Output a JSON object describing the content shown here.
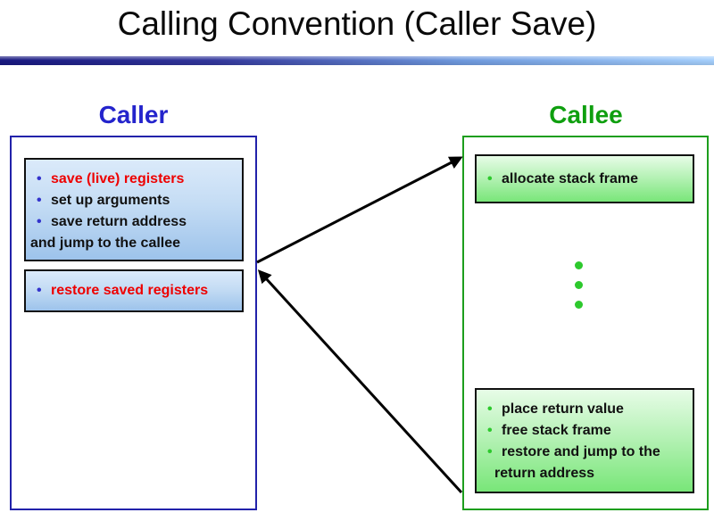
{
  "title": "Calling Convention (Caller Save)",
  "colors": {
    "caller_label_blue": "#2424cc",
    "callee_label_green": "#0f9f0f",
    "caller_panel_border": "#2222aa",
    "callee_panel_border": "#1d9e1d",
    "emphasis_red": "#ee0000",
    "caller_bullet_blue": "#3333cc",
    "callee_bullet_green": "#2dc92d",
    "rule_gradient_left": "#181880",
    "rule_gradient_right": "#a5cffc",
    "arrow_black": "#000000"
  },
  "caller": {
    "label": "Caller",
    "steps_box": {
      "lines": [
        {
          "bullet": "•",
          "text": "save (live) registers"
        },
        {
          "bullet": "•",
          "text": "set up arguments"
        },
        {
          "bullet": "•",
          "text": "save return address"
        },
        {
          "text": "and jump to the callee"
        }
      ]
    },
    "restore_box": {
      "lines": [
        {
          "bullet": "•",
          "text": "restore saved registers"
        }
      ]
    }
  },
  "callee": {
    "label": "Callee",
    "allocate_box": {
      "lines": [
        {
          "bullet": "•",
          "text": "allocate stack frame"
        }
      ]
    },
    "ellipsis_dot_count": 3,
    "return_box": {
      "lines": [
        {
          "bullet": "•",
          "text": "place return value"
        },
        {
          "bullet": "•",
          "text": "free stack frame"
        },
        {
          "bullet": "•",
          "text": "restore and jump to the"
        },
        {
          "text": "return address"
        }
      ]
    }
  }
}
